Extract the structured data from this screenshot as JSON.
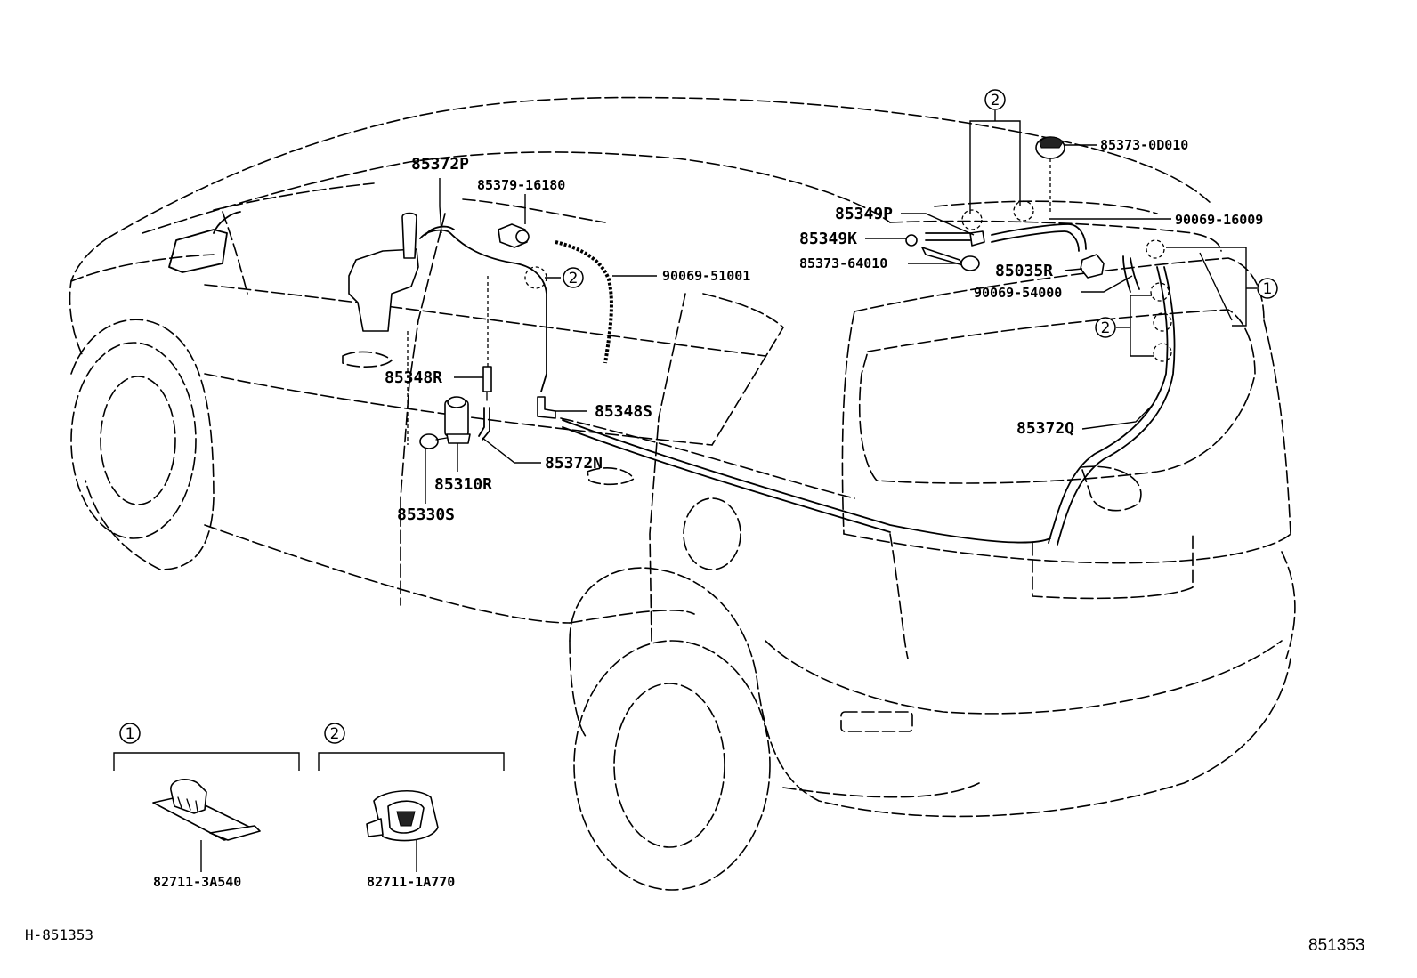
{
  "diagram_id": "H-851353",
  "figure_number": "851353",
  "callout_markers": [
    "①",
    "②"
  ],
  "parts": {
    "p85372P": "85372P",
    "p85379_16180": "85379-16180",
    "p90069_51001": "90069-51001",
    "p85348R": "85348R",
    "p85348S": "85348S",
    "p85372N": "85372N",
    "p85310R": "85310R",
    "p85330S": "85330S",
    "p85373_0D010": "85373-0D010",
    "p85349P": "85349P",
    "p90069_16009": "90069-16009",
    "p85349K": "85349K",
    "p85373_64010": "85373-64010",
    "p85035R": "85035R",
    "p90069_54000": "90069-54000",
    "p85372Q": "85372Q"
  },
  "legend": {
    "item1_part": "82711-3A540",
    "item2_part": "82711-1A770"
  }
}
